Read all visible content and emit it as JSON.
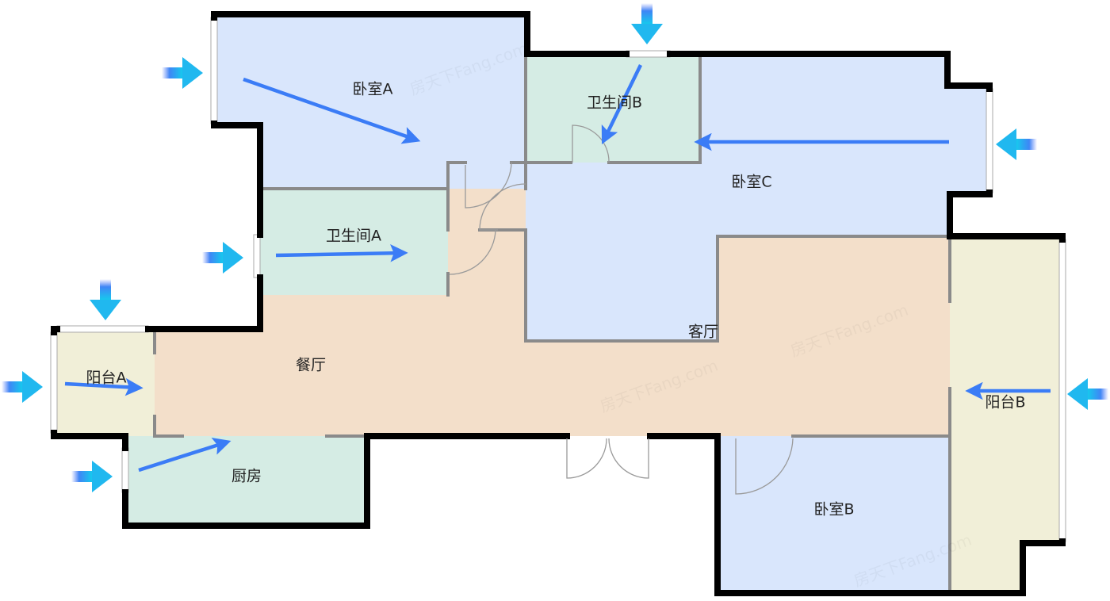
{
  "floorplan": {
    "rooms": {
      "bedroom_a": "卧室A",
      "bedroom_b": "卧室B",
      "bedroom_c": "卧室C",
      "bathroom_a": "卫生间A",
      "bathroom_b": "卫生间B",
      "balcony_a": "阳台A",
      "balcony_b": "阳台B",
      "dining": "餐厅",
      "living": "客厅",
      "kitchen": "厨房"
    },
    "watermark": "房天下Fang.com",
    "colors": {
      "bedroom": "#d9e6fc",
      "bathroom": "#d5ece4",
      "living": "#f3dfca",
      "balcony": "#f1efd8",
      "airflow": "#3b7cf6",
      "ventilation": "#19c3ee"
    }
  }
}
